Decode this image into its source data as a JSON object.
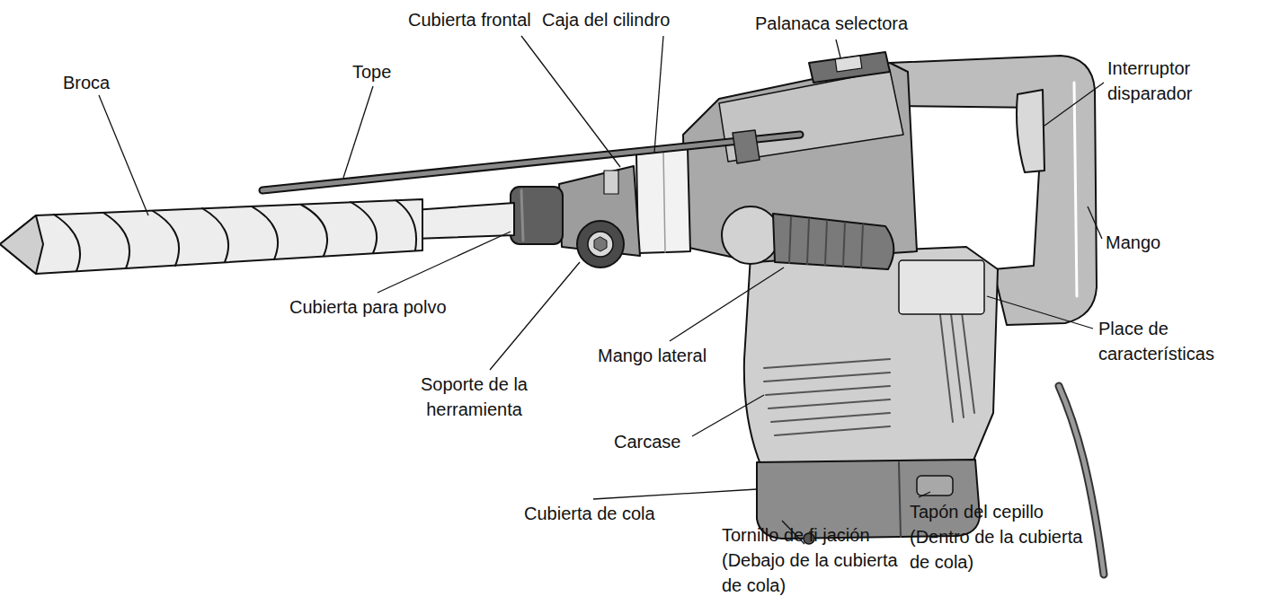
{
  "diagram": {
    "labels": [
      "Cubierta frontal",
      "Caja del cilindro",
      "Palanaca selectora",
      "Broca",
      "Tope",
      "Interruptor disparador",
      "Mango",
      "Cubierta para polvo",
      "Mango lateral",
      "Place de características",
      "Soporte de la herramienta",
      "Carcase",
      "Cubierta de cola",
      "Tornillo de fi jación (Debajo de la cubierta de cola)",
      "Tapón del cepillo (Dentro de la cubierta de cola)"
    ]
  }
}
